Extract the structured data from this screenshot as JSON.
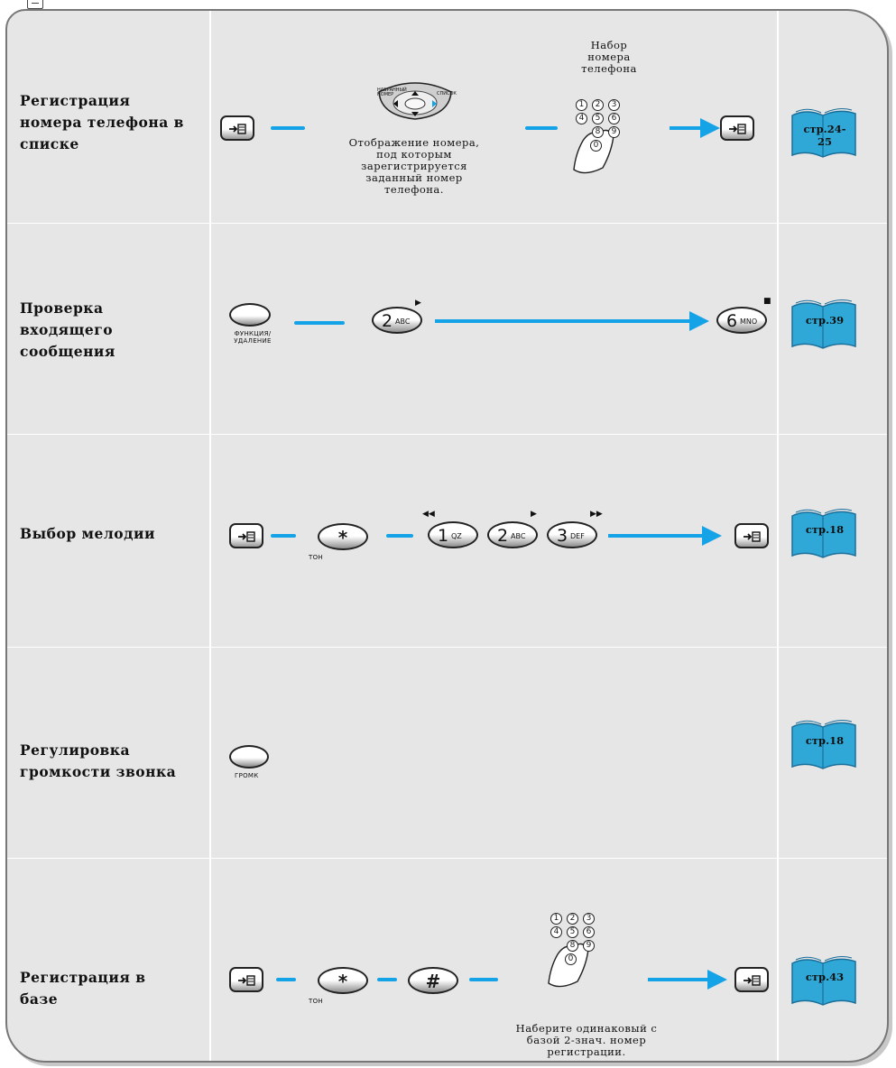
{
  "icons": {
    "corner": "small-book-icon",
    "menu_key": "menu-store-key-icon",
    "arrow_color": "#13a3e6",
    "book_color": "#2fa8d8"
  },
  "rows": [
    {
      "label": [
        "Регистрация",
        "номера телефона в",
        "списке"
      ],
      "caption": [
        "Отображение номера,",
        "под которым",
        "зарегистрируется",
        "заданный номер",
        "телефона."
      ],
      "keypad_caption": [
        "Набор",
        "номера",
        "телефона"
      ],
      "nav_labels": {
        "left": "НАБРАННЫЙ НОМЕР",
        "right": "СПИСОК"
      },
      "ref": "стр.24-25"
    },
    {
      "label": [
        "Проверка",
        "входящего",
        "сообщения"
      ],
      "key_caption": [
        "ФУНКЦИЯ/",
        "УДАЛЕНИЕ"
      ],
      "keys": [
        {
          "big": "2",
          "small": "ABC"
        },
        {
          "big": "6",
          "small": "MNO"
        }
      ],
      "ref": "стр.39"
    },
    {
      "label": [
        "Выбор мелодии"
      ],
      "star_caption": "ТОН",
      "keys": [
        {
          "big": "1",
          "small": "QZ"
        },
        {
          "big": "2",
          "small": "ABC"
        },
        {
          "big": "3",
          "small": "DEF"
        }
      ],
      "star_symbol": "*",
      "ref": "стр.18"
    },
    {
      "label": [
        "Регулировка",
        "громкости звонка"
      ],
      "key_caption": "ГРОМК",
      "ref": "стр.18"
    },
    {
      "label": [
        "Регистрация в",
        "базе"
      ],
      "star_caption": "ТОН",
      "star_symbol": "*",
      "hash_symbol": "#",
      "caption": [
        "Наберите одинаковый с",
        "базой 2-знач. номер",
        "регистрации."
      ],
      "ref": "стр.43"
    }
  ],
  "keypad_digits": [
    "1",
    "2",
    "3",
    "4",
    "5",
    "6",
    "8",
    "9",
    "0"
  ]
}
